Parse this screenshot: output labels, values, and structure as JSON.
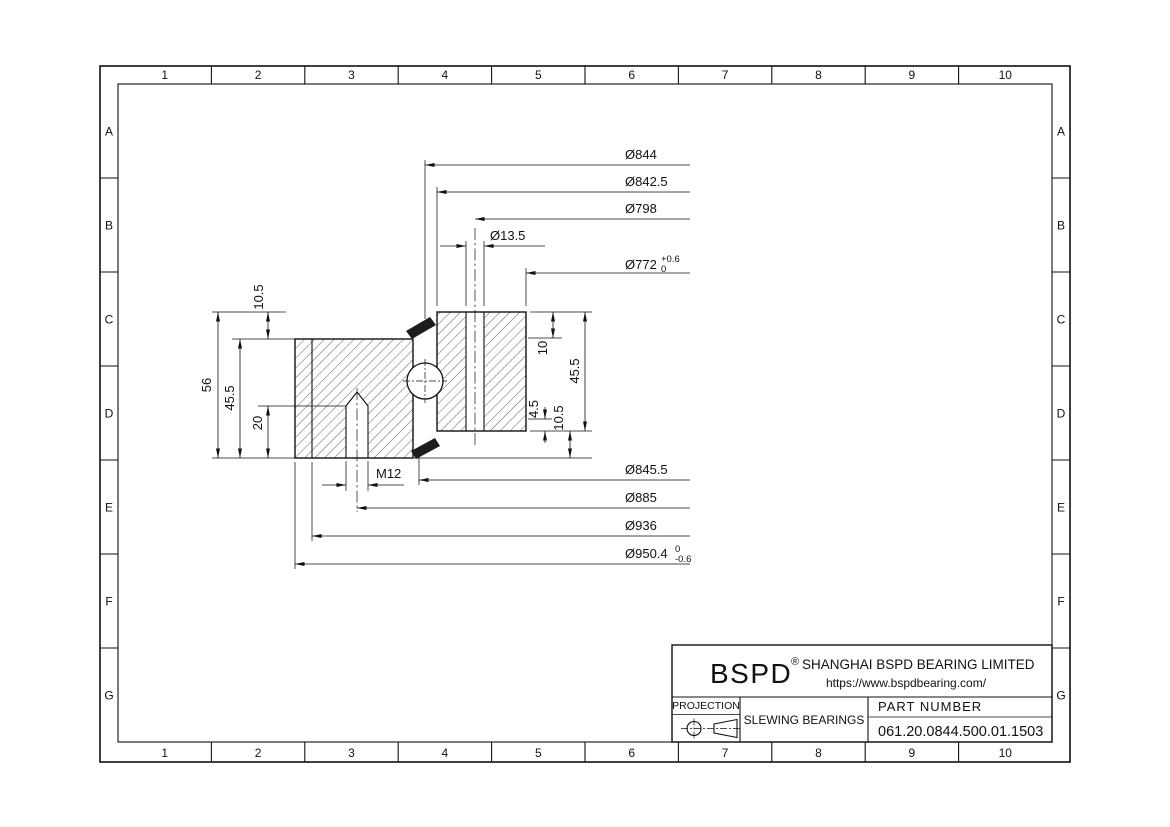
{
  "grid": {
    "columns": [
      "1",
      "2",
      "3",
      "4",
      "5",
      "6",
      "7",
      "8",
      "9",
      "10"
    ],
    "rows": [
      "A",
      "B",
      "C",
      "D",
      "E",
      "F",
      "G"
    ]
  },
  "dims": {
    "d844": "Ø844",
    "d842_5": "Ø842.5",
    "d798": "Ø798",
    "d13_5": "Ø13.5",
    "d772": "Ø772",
    "d772_tol_up": "+0.6",
    "d772_tol_lo": "0",
    "d845_5": "Ø845.5",
    "d885": "Ø885",
    "d936": "Ø936",
    "d950_4": "Ø950.4",
    "d950_4_tol_up": "0",
    "d950_4_tol_lo": "-0.6",
    "m12": "M12",
    "left_10_5": "10.5",
    "left_56": "56",
    "left_45_5": "45.5",
    "left_20": "20",
    "right_10": "10",
    "right_45_5": "45.5",
    "right_4_5": "4.5",
    "right_10_5": "10.5"
  },
  "title_block": {
    "brand": "BSPD",
    "brand_reg": "®",
    "company": "SHANGHAI BSPD BEARING LIMITED",
    "website": "https://www.bspdbearing.com/",
    "projection_label": "PROJECTION",
    "product_type": "SLEWING BEARINGS",
    "part_number_label": "PART  NUMBER",
    "part_number": "061.20.0844.500.01.1503"
  },
  "colors": {
    "line": "#111111",
    "seal": "#1c1c1c",
    "background": "#ffffff"
  }
}
